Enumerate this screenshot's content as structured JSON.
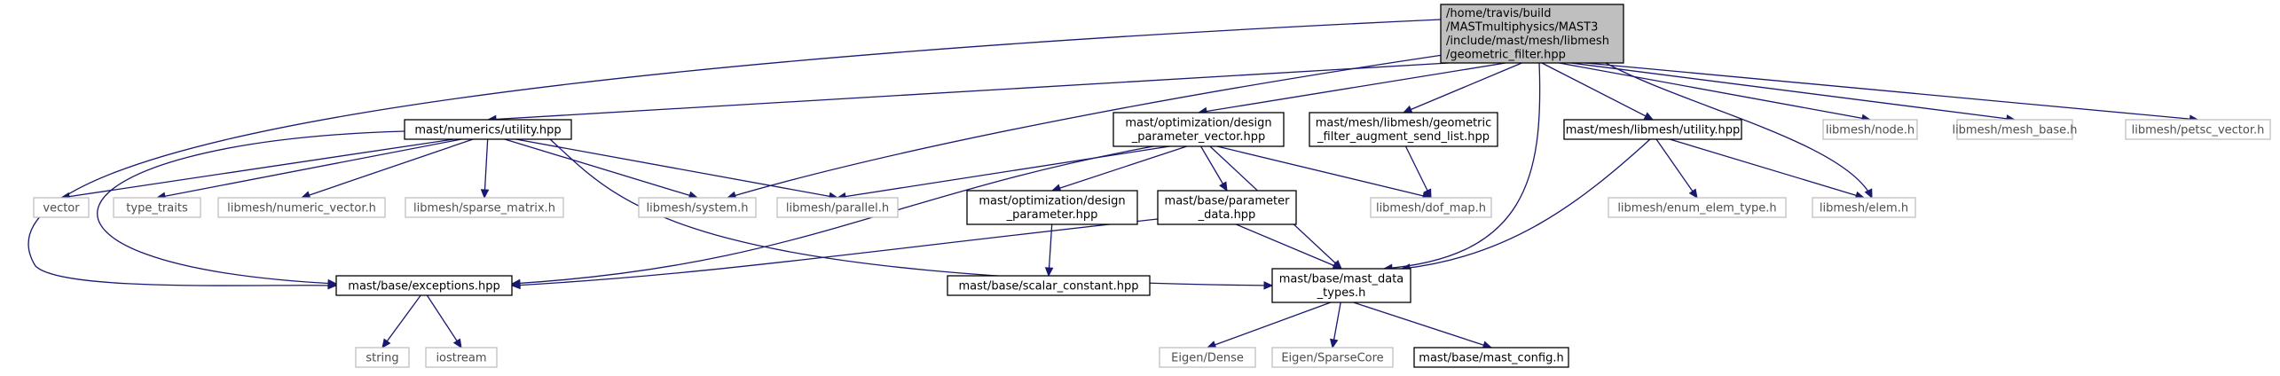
{
  "nodes": [
    {
      "id": "root",
      "kind": "focus",
      "lines": [
        "/home/travis/build",
        "/MASTmultiphysics/MAST3",
        "/include/mast/mesh/libmesh",
        "/geometric_filter.hpp"
      ]
    },
    {
      "id": "numerics_utility",
      "kind": "normal",
      "lines": [
        "mast/numerics/utility.hpp"
      ]
    },
    {
      "id": "design_param_vector",
      "kind": "normal",
      "lines": [
        "mast/optimization/design",
        "_parameter_vector.hpp"
      ]
    },
    {
      "id": "geom_filter_send",
      "kind": "normal",
      "lines": [
        "mast/mesh/libmesh/geometric",
        "_filter_augment_send_list.hpp"
      ]
    },
    {
      "id": "libmesh_utility",
      "kind": "normal",
      "lines": [
        "mast/mesh/libmesh/utility.hpp"
      ]
    },
    {
      "id": "node_h",
      "kind": "external",
      "lines": [
        "libmesh/node.h"
      ]
    },
    {
      "id": "mesh_base",
      "kind": "external",
      "lines": [
        "libmesh/mesh_base.h"
      ]
    },
    {
      "id": "petsc_vector",
      "kind": "external",
      "lines": [
        "libmesh/petsc_vector.h"
      ]
    },
    {
      "id": "vector",
      "kind": "external",
      "lines": [
        "vector"
      ]
    },
    {
      "id": "type_traits",
      "kind": "external",
      "lines": [
        "type_traits"
      ]
    },
    {
      "id": "numeric_vector",
      "kind": "external",
      "lines": [
        "libmesh/numeric_vector.h"
      ]
    },
    {
      "id": "sparse_matrix",
      "kind": "external",
      "lines": [
        "libmesh/sparse_matrix.h"
      ]
    },
    {
      "id": "system_h",
      "kind": "external",
      "lines": [
        "libmesh/system.h"
      ]
    },
    {
      "id": "parallel_h",
      "kind": "external",
      "lines": [
        "libmesh/parallel.h"
      ]
    },
    {
      "id": "design_parameter",
      "kind": "normal",
      "lines": [
        "mast/optimization/design",
        "_parameter.hpp"
      ]
    },
    {
      "id": "parameter_data",
      "kind": "normal",
      "lines": [
        "mast/base/parameter",
        "_data.hpp"
      ]
    },
    {
      "id": "dof_map",
      "kind": "external",
      "lines": [
        "libmesh/dof_map.h"
      ]
    },
    {
      "id": "enum_elem_type",
      "kind": "external",
      "lines": [
        "libmesh/enum_elem_type.h"
      ]
    },
    {
      "id": "elem_h",
      "kind": "external",
      "lines": [
        "libmesh/elem.h"
      ]
    },
    {
      "id": "exceptions",
      "kind": "normal",
      "lines": [
        "mast/base/exceptions.hpp"
      ]
    },
    {
      "id": "scalar_constant",
      "kind": "normal",
      "lines": [
        "mast/base/scalar_constant.hpp"
      ]
    },
    {
      "id": "mast_data_types",
      "kind": "normal",
      "lines": [
        "mast/base/mast_data",
        "_types.h"
      ]
    },
    {
      "id": "string",
      "kind": "external",
      "lines": [
        "string"
      ]
    },
    {
      "id": "iostream",
      "kind": "external",
      "lines": [
        "iostream"
      ]
    },
    {
      "id": "eigen_dense",
      "kind": "external",
      "lines": [
        "Eigen/Dense"
      ]
    },
    {
      "id": "eigen_sparse",
      "kind": "external",
      "lines": [
        "Eigen/SparseCore"
      ]
    },
    {
      "id": "mast_config",
      "kind": "normal",
      "lines": [
        "mast/base/mast_config.h"
      ]
    }
  ],
  "edges": [
    [
      "root",
      "numerics_utility"
    ],
    [
      "root",
      "design_param_vector"
    ],
    [
      "root",
      "geom_filter_send"
    ],
    [
      "root",
      "libmesh_utility"
    ],
    [
      "root",
      "node_h"
    ],
    [
      "root",
      "mesh_base"
    ],
    [
      "root",
      "petsc_vector"
    ],
    [
      "root",
      "system_h"
    ],
    [
      "root",
      "elem_h"
    ],
    [
      "root",
      "mast_data_types"
    ],
    [
      "root",
      "exceptions"
    ],
    [
      "numerics_utility",
      "vector"
    ],
    [
      "numerics_utility",
      "type_traits"
    ],
    [
      "numerics_utility",
      "numeric_vector"
    ],
    [
      "numerics_utility",
      "sparse_matrix"
    ],
    [
      "numerics_utility",
      "system_h"
    ],
    [
      "numerics_utility",
      "parallel_h"
    ],
    [
      "numerics_utility",
      "exceptions"
    ],
    [
      "numerics_utility",
      "mast_data_types"
    ],
    [
      "design_param_vector",
      "parallel_h"
    ],
    [
      "design_param_vector",
      "design_parameter"
    ],
    [
      "design_param_vector",
      "parameter_data"
    ],
    [
      "design_param_vector",
      "dof_map"
    ],
    [
      "design_param_vector",
      "mast_data_types"
    ],
    [
      "design_param_vector",
      "exceptions"
    ],
    [
      "geom_filter_send",
      "dof_map"
    ],
    [
      "libmesh_utility",
      "enum_elem_type"
    ],
    [
      "libmesh_utility",
      "elem_h"
    ],
    [
      "libmesh_utility",
      "mast_data_types"
    ],
    [
      "design_parameter",
      "scalar_constant"
    ],
    [
      "parameter_data",
      "mast_data_types"
    ],
    [
      "parameter_data",
      "exceptions"
    ],
    [
      "exceptions",
      "string"
    ],
    [
      "exceptions",
      "iostream"
    ],
    [
      "mast_data_types",
      "eigen_dense"
    ],
    [
      "mast_data_types",
      "eigen_sparse"
    ],
    [
      "mast_data_types",
      "mast_config"
    ]
  ]
}
